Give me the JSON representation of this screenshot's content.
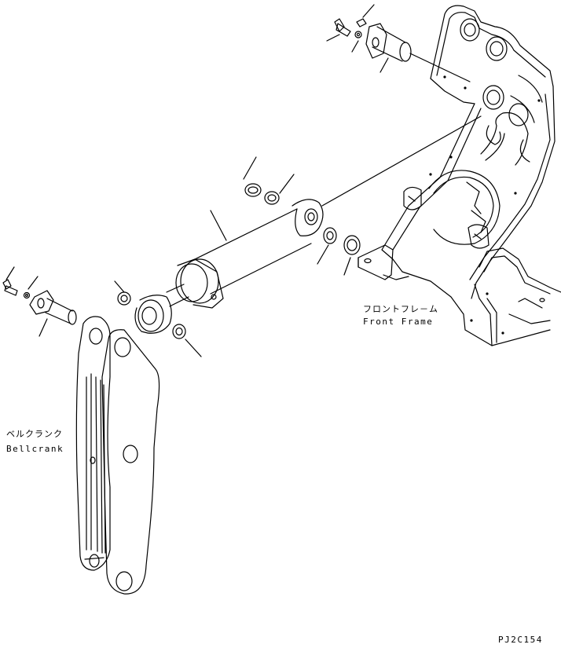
{
  "labels": {
    "front_frame_jp": "フロントフレ－ム",
    "front_frame_en": "Front Frame",
    "bellcrank_jp": "ベルクランク",
    "bellcrank_en": "Bellcrank",
    "drawing_code": "PJ2C154"
  },
  "colors": {
    "line": "#000000",
    "background": "#ffffff"
  }
}
